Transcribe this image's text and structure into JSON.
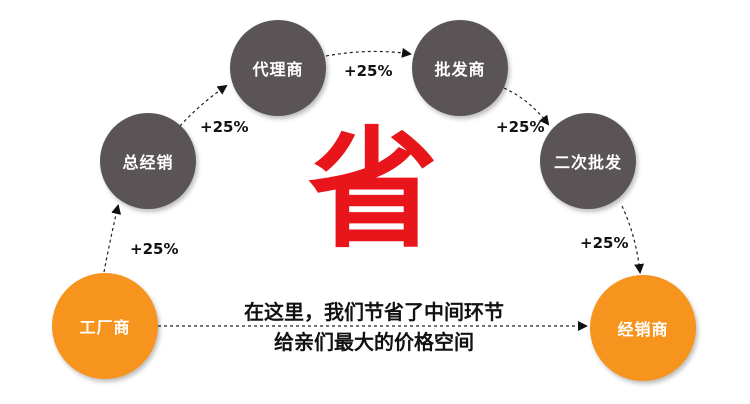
{
  "nodes": {
    "factory": "工厂商",
    "general_distributor": "总经销",
    "agent": "代理商",
    "wholesaler": "批发商",
    "secondary_wholesale": "二次批发",
    "dealer": "经销商"
  },
  "markups": [
    "+25%",
    "+25%",
    "+25%",
    "+25%",
    "+25%"
  ],
  "center_char": "省",
  "slogan": {
    "line1": "在这里，我们节省了中间环节",
    "line2": "给亲们最大的价格空间"
  },
  "colors": {
    "gray_node": "#5a5456",
    "orange_node": "#f7941d",
    "accent_red": "#e8151b",
    "text": "#111111"
  }
}
